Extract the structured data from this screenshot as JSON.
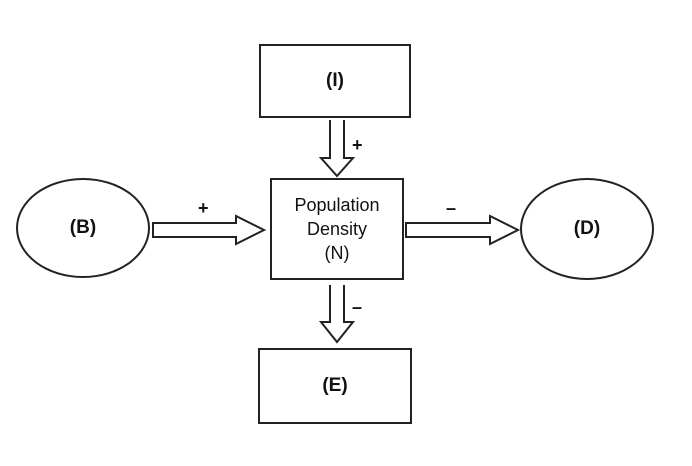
{
  "nodes": {
    "top": {
      "label": "(I)",
      "shape": "rectangle"
    },
    "left": {
      "label": "(B)",
      "shape": "ellipse"
    },
    "right": {
      "label": "(D)",
      "shape": "ellipse"
    },
    "bottom": {
      "label": "(E)",
      "shape": "rectangle"
    },
    "center": {
      "lines": [
        "Population",
        "Density",
        "(N)"
      ],
      "shape": "rectangle"
    }
  },
  "edges": [
    {
      "from": "top",
      "to": "center",
      "sign": "+"
    },
    {
      "from": "left",
      "to": "center",
      "sign": "+"
    },
    {
      "from": "center",
      "to": "right",
      "sign": "–"
    },
    {
      "from": "center",
      "to": "bottom",
      "sign": "–"
    }
  ],
  "colors": {
    "stroke": "#222222",
    "background": "#ffffff"
  }
}
